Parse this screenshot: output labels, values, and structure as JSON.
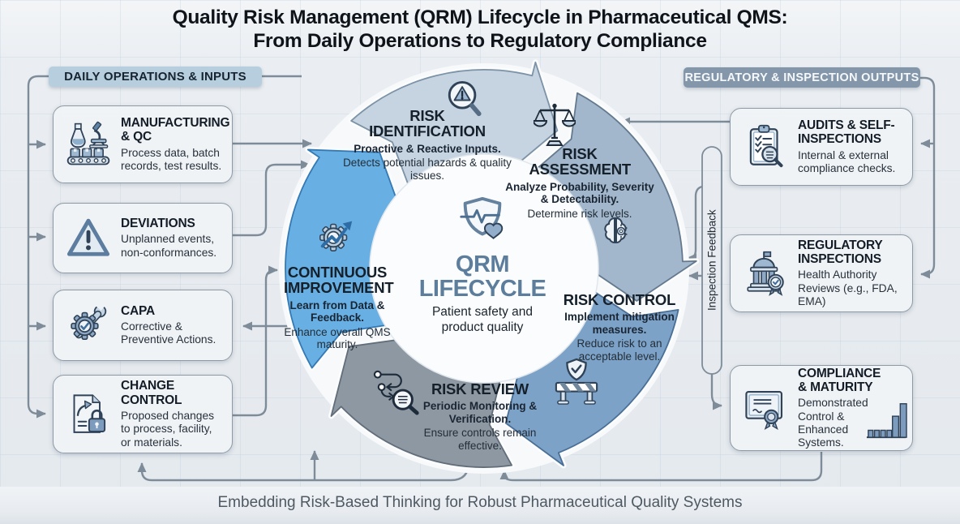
{
  "title": {
    "line1": "Quality Risk Management (QRM) Lifecycle in Pharmaceutical QMS:",
    "line2": "From Daily Operations to Regulatory Compliance"
  },
  "footer": {
    "text": "Embedding Risk-Based Thinking for Robust Pharmaceutical Quality Systems"
  },
  "left_panel": {
    "header": "DAILY OPERATIONS & INPUTS",
    "boxes": [
      {
        "title": "MANUFACTURING & QC",
        "desc": "Process data, batch records, test results.",
        "icon": "flask-microscope-conveyor-icon"
      },
      {
        "title": "DEVIATIONS",
        "desc": "Unplanned events, non-conformances.",
        "icon": "warning-triangle-icon"
      },
      {
        "title": "CAPA",
        "desc": "Corrective & Preventive Actions.",
        "icon": "gear-check-wrench-icon"
      },
      {
        "title": "CHANGE CONTROL",
        "desc": "Proposed changes to process, facility, or materials.",
        "icon": "document-arrow-lock-icon"
      }
    ]
  },
  "right_panel": {
    "header": "REGULATORY & INSPECTION OUTPUTS",
    "boxes": [
      {
        "title": "AUDITS & SELF-INSPECTIONS",
        "desc": "Internal & external compliance checks.",
        "icon": "clipboard-checklist-magnifier-icon"
      },
      {
        "title": "REGULATORY INSPECTIONS",
        "desc": "Health Authority Reviews (e.g., FDA, EMA)",
        "icon": "government-building-badge-icon"
      },
      {
        "title": "COMPLIANCE & MATURITY",
        "desc": "Demonstrated Control & Enhanced Systems.",
        "icon": "certificate-ribbon-icon",
        "extra_icon": "bar-chart-icon"
      }
    ]
  },
  "cycle": {
    "center": {
      "heading_top": "QRM",
      "heading_bottom": "LIFECYCLE",
      "subtitle": "Patient safety and product quality",
      "icon": "shield-heart-pulse-icon"
    },
    "segments": [
      {
        "id": "identification",
        "title": "RISK IDENTIFICATION",
        "emphasis": "Proactive & Reactive Inputs.",
        "detail": "Detects potential hazards & quality issues.",
        "fill": "#c6d4e1",
        "edge": "#7c92a6",
        "icon": "magnifier-warning-icon"
      },
      {
        "id": "assessment",
        "title": "RISK ASSESSMENT",
        "emphasis": "Analyze Probability, Severity & Detectability.",
        "detail": "Determine risk levels.",
        "fill": "#a2b7cb",
        "edge": "#64798e",
        "icon": "balance-scale-icon",
        "icon2": "brain-gear-icon"
      },
      {
        "id": "control",
        "title": "RISK CONTROL",
        "emphasis": "Implement mitigation measures.",
        "detail": "Reduce risk to an acceptable level.",
        "fill": "#7da2c7",
        "edge": "#4a6f96",
        "icon": "shield-barrier-icon"
      },
      {
        "id": "review",
        "title": "RISK REVIEW",
        "emphasis": "Periodic Monitoring & Verification.",
        "detail": "Ensure controls remain effective.",
        "fill": "#8d98a3",
        "edge": "#616d79",
        "icon": "process-magnifier-icon"
      },
      {
        "id": "improvement",
        "title": "CONTINUOUS IMPROVEMENT",
        "emphasis": "Learn from Data & Feedback.",
        "detail": "Enhance overall QMS maturity.",
        "fill": "#68b0e3",
        "edge": "#3579b4",
        "icon": "gear-growth-arrow-icon"
      }
    ]
  },
  "labels": {
    "inspection_feedback": "Inspection Feedback"
  },
  "colors": {
    "left_header_bg": "#b7cedf",
    "right_header_bg": "#8496a9",
    "connector": "#7e8c99",
    "background": "#e8ecf0",
    "center_heading": "#5d7d9c"
  }
}
